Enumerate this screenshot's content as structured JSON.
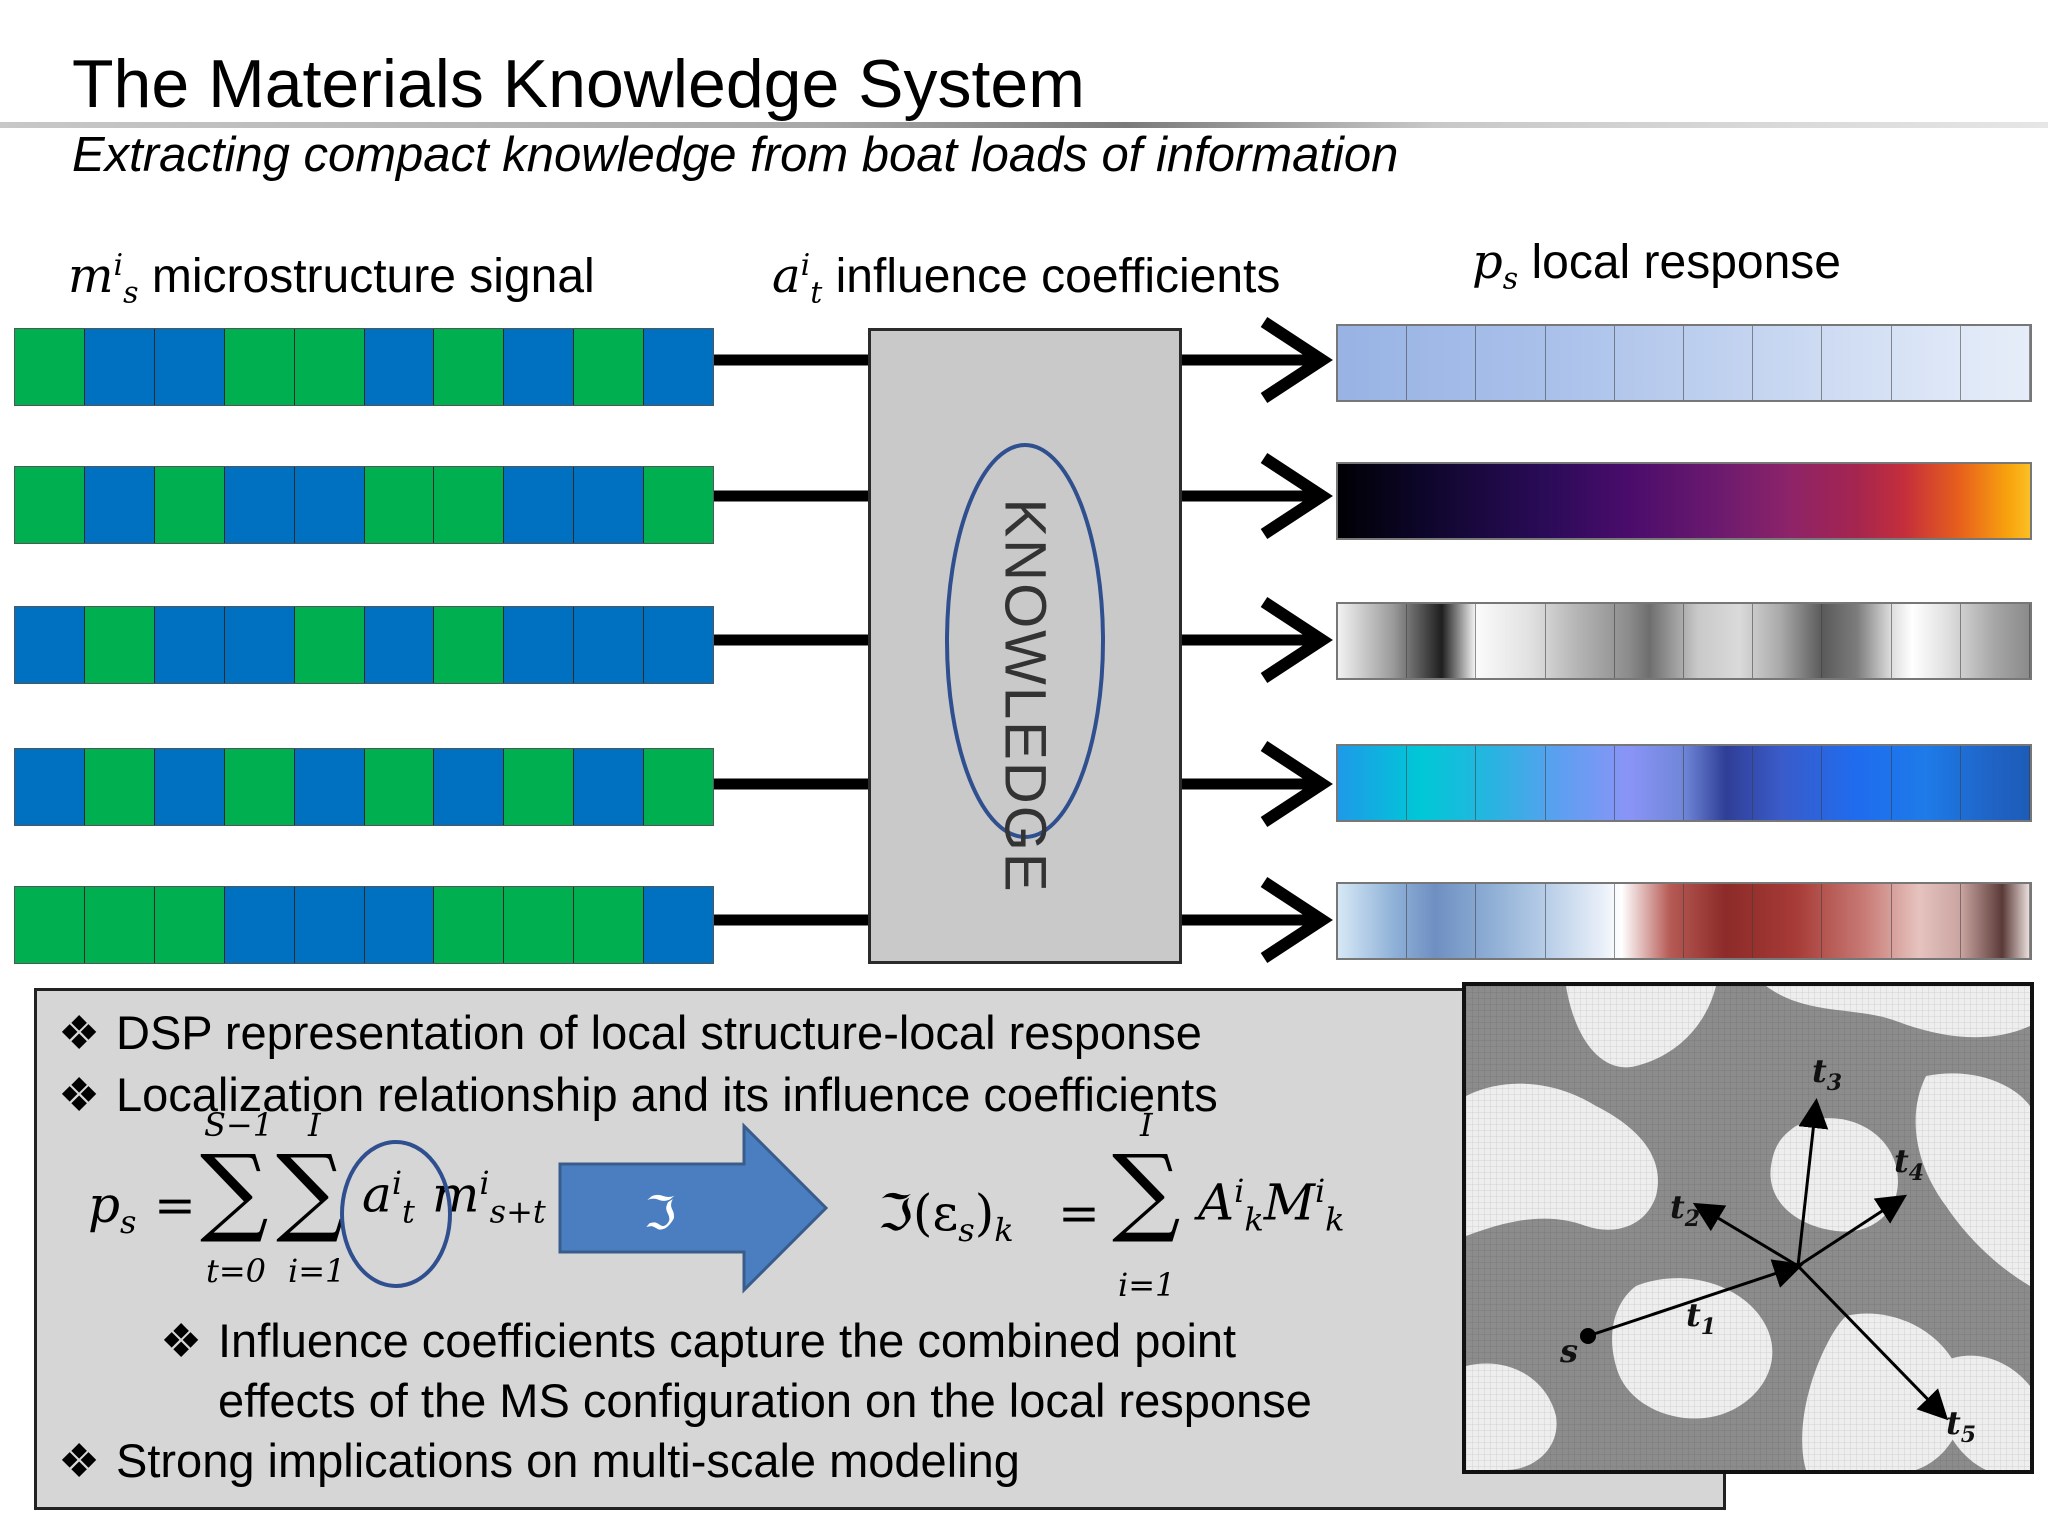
{
  "title": "The Materials Knowledge System",
  "subtitle": "Extracting compact knowledge from boat loads of information",
  "headers": {
    "microstructure": {
      "symbol": "m",
      "sup": "i",
      "sub": "s",
      "label": "microstructure signal"
    },
    "influence": {
      "symbol": "a",
      "sup": "i",
      "sub": "t",
      "label": "influence coefficients"
    },
    "response": {
      "symbol": "p",
      "sub": "s",
      "label": "local response"
    }
  },
  "knowledge_label": "KNOWLEDGE",
  "colors": {
    "green": "#00b050",
    "blue": "#0070c0"
  },
  "microstructure_rows": [
    [
      "g",
      "b",
      "b",
      "g",
      "g",
      "b",
      "g",
      "b",
      "g",
      "b"
    ],
    [
      "g",
      "b",
      "g",
      "b",
      "b",
      "g",
      "g",
      "b",
      "b",
      "g"
    ],
    [
      "b",
      "g",
      "b",
      "b",
      "g",
      "b",
      "g",
      "b",
      "b",
      "b"
    ],
    [
      "b",
      "g",
      "b",
      "g",
      "b",
      "g",
      "b",
      "g",
      "b",
      "g"
    ],
    [
      "g",
      "g",
      "g",
      "b",
      "b",
      "b",
      "g",
      "g",
      "g",
      "b"
    ]
  ],
  "bullets": {
    "b1": "DSP representation of local structure-local response",
    "b2": "Localization relationship and its influence coefficients",
    "b3_line1": "Influence coefficients capture the combined point",
    "b3_line2": "effects of the MS configuration on the local response",
    "b4": "Strong implications on multi-scale modeling"
  },
  "formula_left": {
    "lhs": "p",
    "lhs_sub": "s",
    "eq": "=",
    "sum1_top": "S−1",
    "sum1_bottom": "t=0",
    "sum2_top": "I",
    "sum2_bottom": "i=1",
    "term_a": "a",
    "term_a_sup": "i",
    "term_a_sub": "t",
    "term_m": "m",
    "term_m_sup": "i",
    "term_m_sub": "s+t"
  },
  "arrow_label": "ℑ",
  "formula_right": {
    "lhs": "ℑ(ε",
    "lhs_sub": "s",
    "lhs_close": ")",
    "lhs_k": "k",
    "eq": "=",
    "sum_top": "I",
    "sum_bottom": "i=1",
    "A": "A",
    "A_sup": "i",
    "A_sub": "k",
    "M": "M",
    "M_sup": "i",
    "M_sub": "k"
  },
  "vectors": {
    "s": "s",
    "t1": "t",
    "t1_sub": "1",
    "t2": "t",
    "t2_sub": "2",
    "t3": "t",
    "t3_sub": "3",
    "t4": "t",
    "t4_sub": "4",
    "t5": "t",
    "t5_sub": "5"
  }
}
